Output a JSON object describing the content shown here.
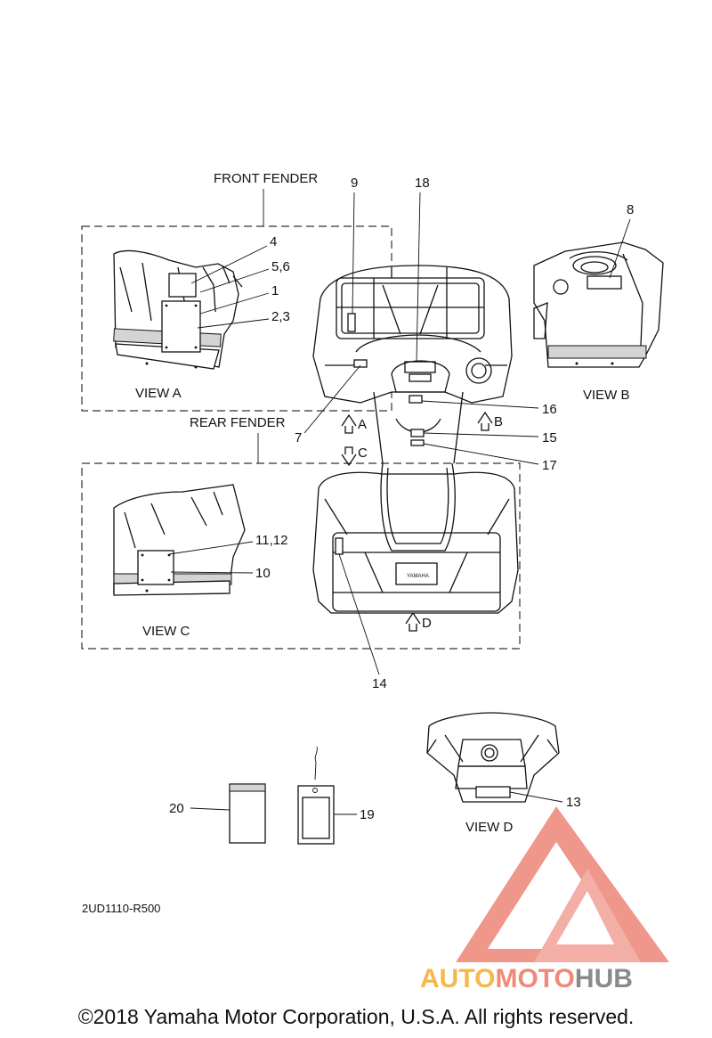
{
  "section_titles": {
    "front_fender": "FRONT FENDER",
    "rear_fender": "REAR FENDER"
  },
  "views": {
    "a": "VIEW A",
    "b": "VIEW B",
    "c": "VIEW C",
    "d": "VIEW D"
  },
  "arrows": {
    "a": "A",
    "b": "B",
    "c": "C",
    "d": "D"
  },
  "callouts": {
    "c1": "1",
    "c2_3": "2,3",
    "c4": "4",
    "c5_6": "5,6",
    "c7": "7",
    "c8": "8",
    "c9": "9",
    "c10": "10",
    "c11_12": "11,12",
    "c13": "13",
    "c14": "14",
    "c15": "15",
    "c16": "16",
    "c17": "17",
    "c18": "18",
    "c19": "19",
    "c20": "20"
  },
  "emblem": "YAMAHA",
  "drawing_code": "2UD1110-R500",
  "watermark": {
    "part1": "AUTO",
    "part2": "MOTO",
    "part3": "HUB",
    "colors": [
      "#f5b84a",
      "#ef8a78",
      "#8a8a8a"
    ]
  },
  "copyright": "©2018 Yamaha Motor Corporation, U.S.A. All rights reserved."
}
